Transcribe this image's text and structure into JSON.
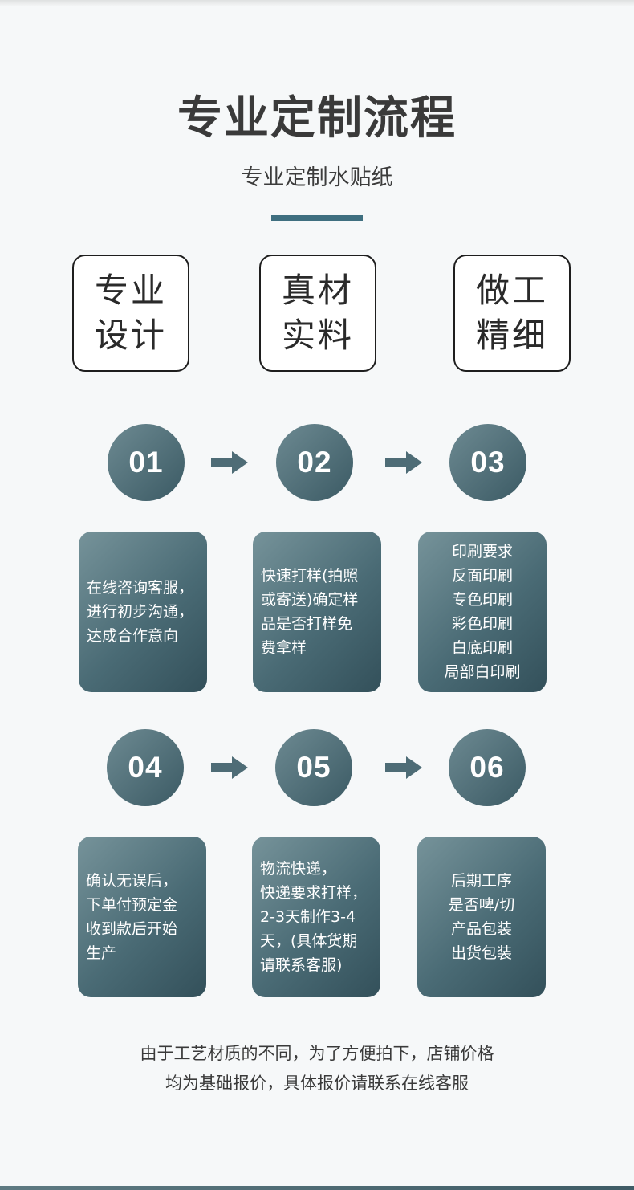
{
  "header": {
    "title": "专业定制流程",
    "subtitle": "专业定制水贴纸"
  },
  "features": [
    {
      "line1": "专业",
      "line2": "设计"
    },
    {
      "line1": "真材",
      "line2": "实料"
    },
    {
      "line1": "做工",
      "line2": "精细"
    }
  ],
  "steps": [
    {
      "number": "01",
      "text": "在线咨询客服，\n进行初步沟通，\n达成合作意向"
    },
    {
      "number": "02",
      "text": "快速打样(拍照\n或寄送)确定样\n品是否打样免\n费拿样"
    },
    {
      "number": "03",
      "text": "印刷要求\n反面印刷\n专色印刷\n彩色印刷\n白底印刷\n局部白印刷"
    },
    {
      "number": "04",
      "text": "确认无误后，\n下单付预定金\n收到款后开始\n生产"
    },
    {
      "number": "05",
      "text": "物流快递，\n快递要求打样，\n2-3天制作3-4\n天，(具体货期\n请联系客服)"
    },
    {
      "number": "06",
      "text": "后期工序\n是否啤/切\n产品包装\n出货包装"
    }
  ],
  "footer": {
    "line1": "由于工艺材质的不同，为了方便拍下，店铺价格",
    "line2": "均为基础报价，具体报价请联系在线客服"
  },
  "icons": {
    "step_arrow": "arrow-right-icon"
  },
  "colors": {
    "accent": "#3f6f80",
    "circle_start": "#6d8a92",
    "circle_end": "#3b5a64",
    "card_start": "#76939a",
    "card_end": "#33505a",
    "background": "#f6f8f9"
  }
}
